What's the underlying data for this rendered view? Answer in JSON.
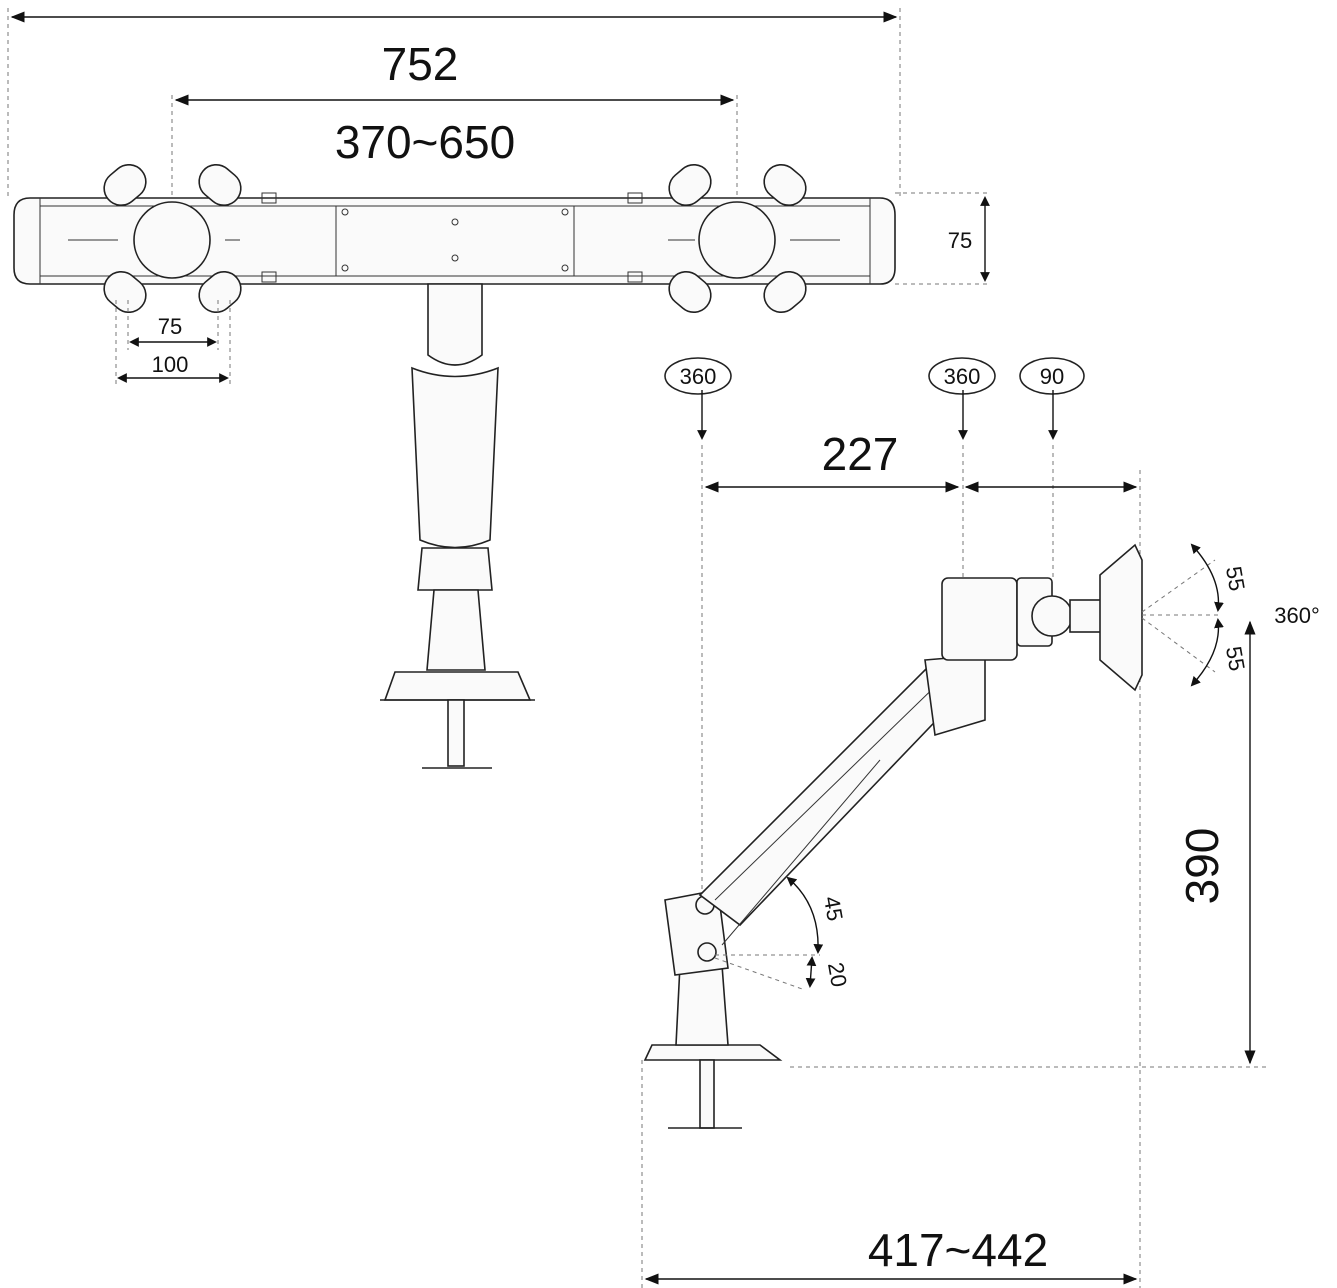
{
  "dimensions": {
    "overall_width": "752",
    "vesa_center_range": "370~650",
    "bar_height": "75",
    "vesa_small": "75",
    "vesa_large": "100",
    "arm_length": "227",
    "base_to_monitor_range": "417~442",
    "max_height": "390"
  },
  "rotations": {
    "base_swivel": "360",
    "elbow_swivel": "360",
    "head_swivel": "90",
    "screen_rotation": "360°"
  },
  "tilt_angles": {
    "head_up": "55",
    "head_down": "55",
    "arm_up": "45",
    "arm_down": "20"
  },
  "colors": {
    "line": "#222222",
    "background": "#ffffff"
  }
}
